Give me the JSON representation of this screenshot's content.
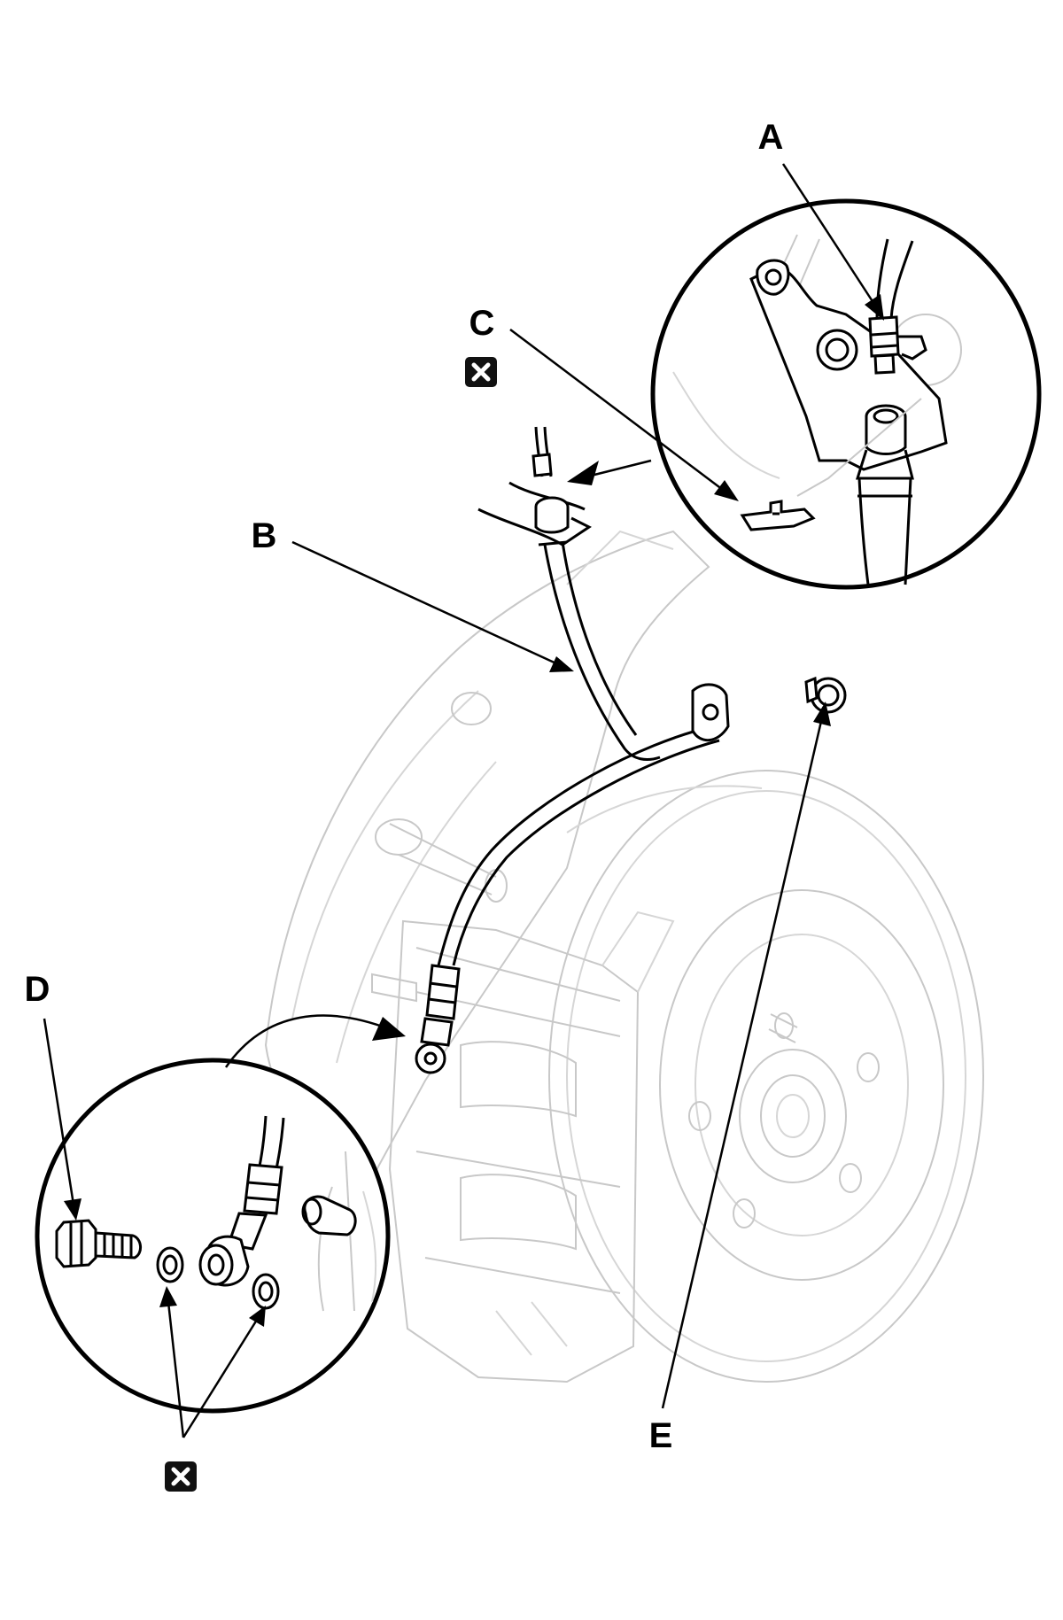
{
  "diagram": {
    "callouts": [
      {
        "id": "A",
        "text": "A"
      },
      {
        "id": "B",
        "text": "B"
      },
      {
        "id": "C",
        "text": "C"
      },
      {
        "id": "D",
        "text": "D"
      },
      {
        "id": "E",
        "text": "E"
      }
    ],
    "discard_icon": "replace-part-icon",
    "colors": {
      "line": "#000000",
      "background": "#ffffff",
      "ghost": "#c8c8c8"
    }
  }
}
